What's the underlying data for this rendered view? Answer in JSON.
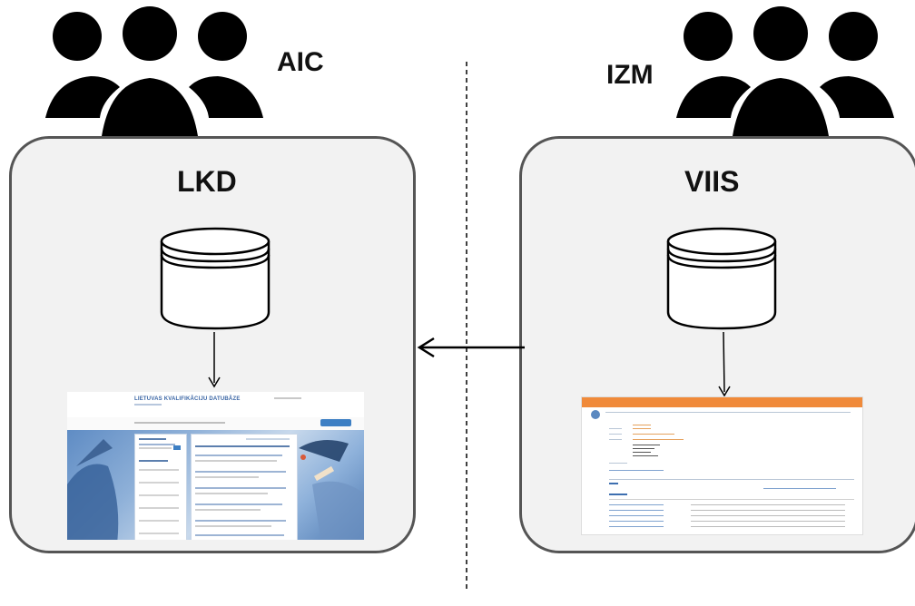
{
  "left_actor": {
    "label": "AIC",
    "icon": "user-group-icon"
  },
  "right_actor": {
    "label": "IZM",
    "icon": "user-group-icon"
  },
  "left_system": {
    "title": "LKD",
    "icon": "database-icon",
    "screenshot": "lkd-website-screenshot",
    "screenshot_title": "LIETUVAS KVALIFIKĀCIJU DATUBĀZE"
  },
  "right_system": {
    "title": "VIIS",
    "icon": "database-icon",
    "screenshot": "viis-website-screenshot"
  },
  "flow": {
    "from": "VIIS",
    "to": "LKD",
    "style": "solid-arrow"
  },
  "divider": {
    "style": "dashed"
  },
  "colors": {
    "box_fill": "#f2f2f2",
    "box_stroke": "#555555",
    "icon": "#000000",
    "viis_bar": "#f08a3a",
    "lkd_accent": "#3b66a5"
  }
}
